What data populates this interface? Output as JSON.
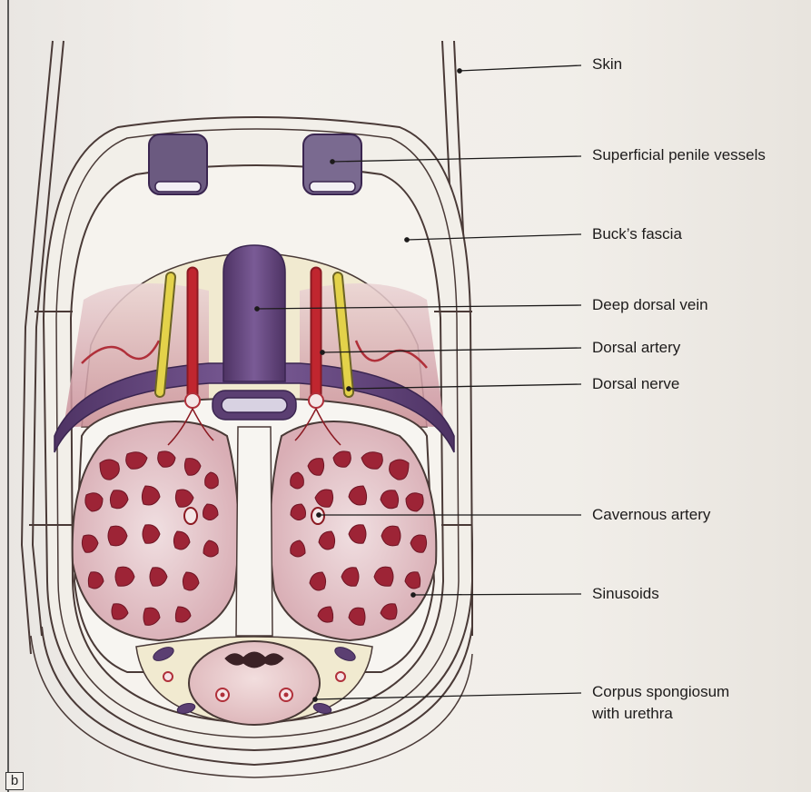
{
  "figure": {
    "panel_letter": "b",
    "labels": {
      "skin": "Skin",
      "superficial_penile_vessels": "Superficial penile vessels",
      "bucks_fascia": "Buck’s fascia",
      "deep_dorsal_vein": "Deep dorsal vein",
      "dorsal_artery": "Dorsal artery",
      "dorsal_nerve": "Dorsal nerve",
      "cavernous_artery": "Cavernous artery",
      "sinusoids": "Sinusoids",
      "corpus_spongiosum_line1": "Corpus spongiosum",
      "corpus_spongiosum_line2": "with urethra"
    },
    "colors": {
      "vein": "#5b3f72",
      "artery": "#c0262f",
      "nerve": "#e3d24a",
      "erectile_tissue": "#9d2436",
      "tissue_pink": "#e8c9cd",
      "fat_yellow": "#f1ead0"
    }
  }
}
